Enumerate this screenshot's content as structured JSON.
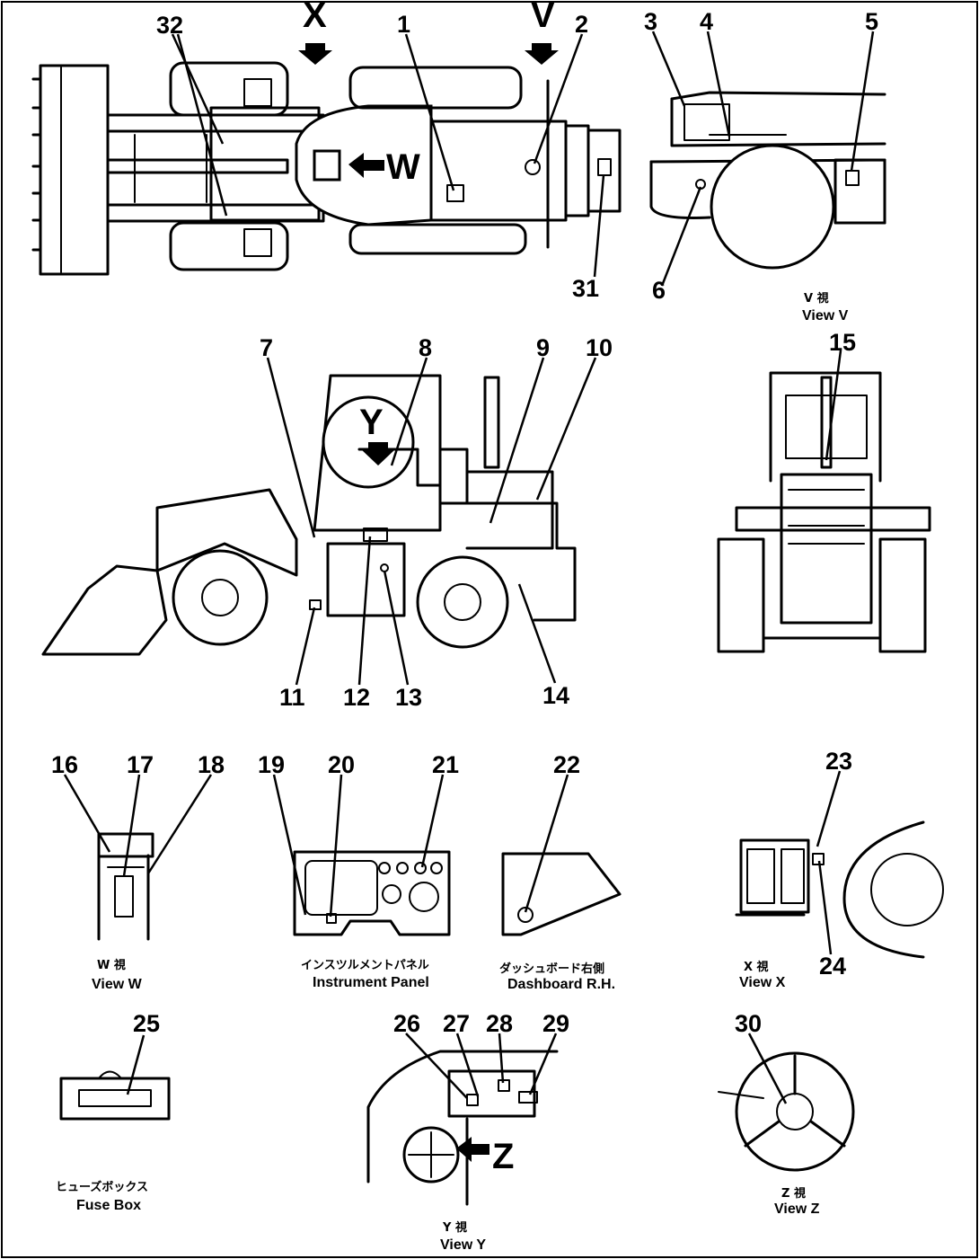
{
  "callouts": [
    "1",
    "2",
    "3",
    "4",
    "5",
    "6",
    "7",
    "8",
    "9",
    "10",
    "11",
    "12",
    "13",
    "14",
    "15",
    "16",
    "17",
    "18",
    "19",
    "20",
    "21",
    "22",
    "23",
    "24",
    "25",
    "26",
    "27",
    "28",
    "29",
    "30",
    "31",
    "32"
  ],
  "view_markers": {
    "x": "X",
    "v": "V",
    "w": "W",
    "y": "Y",
    "z": "Z"
  },
  "captions": {
    "view_v": {
      "jp": "V  視",
      "en": "View  V"
    },
    "view_w": {
      "jp": "W  視",
      "en": "View  W"
    },
    "instrument_panel": {
      "jp": "インスツルメントパネル",
      "en": "Instrument  Panel"
    },
    "dashboard_rh": {
      "jp": "ダッシュボード右側",
      "en": "Dashboard  R.H."
    },
    "view_x": {
      "jp": "X  視",
      "en": "View  X"
    },
    "fuse_box": {
      "jp": "ヒューズボックス",
      "en": "Fuse  Box"
    },
    "view_y": {
      "jp": "Y  視",
      "en": "View  Y"
    },
    "view_z": {
      "jp": "Z  視",
      "en": "View  Z"
    }
  }
}
